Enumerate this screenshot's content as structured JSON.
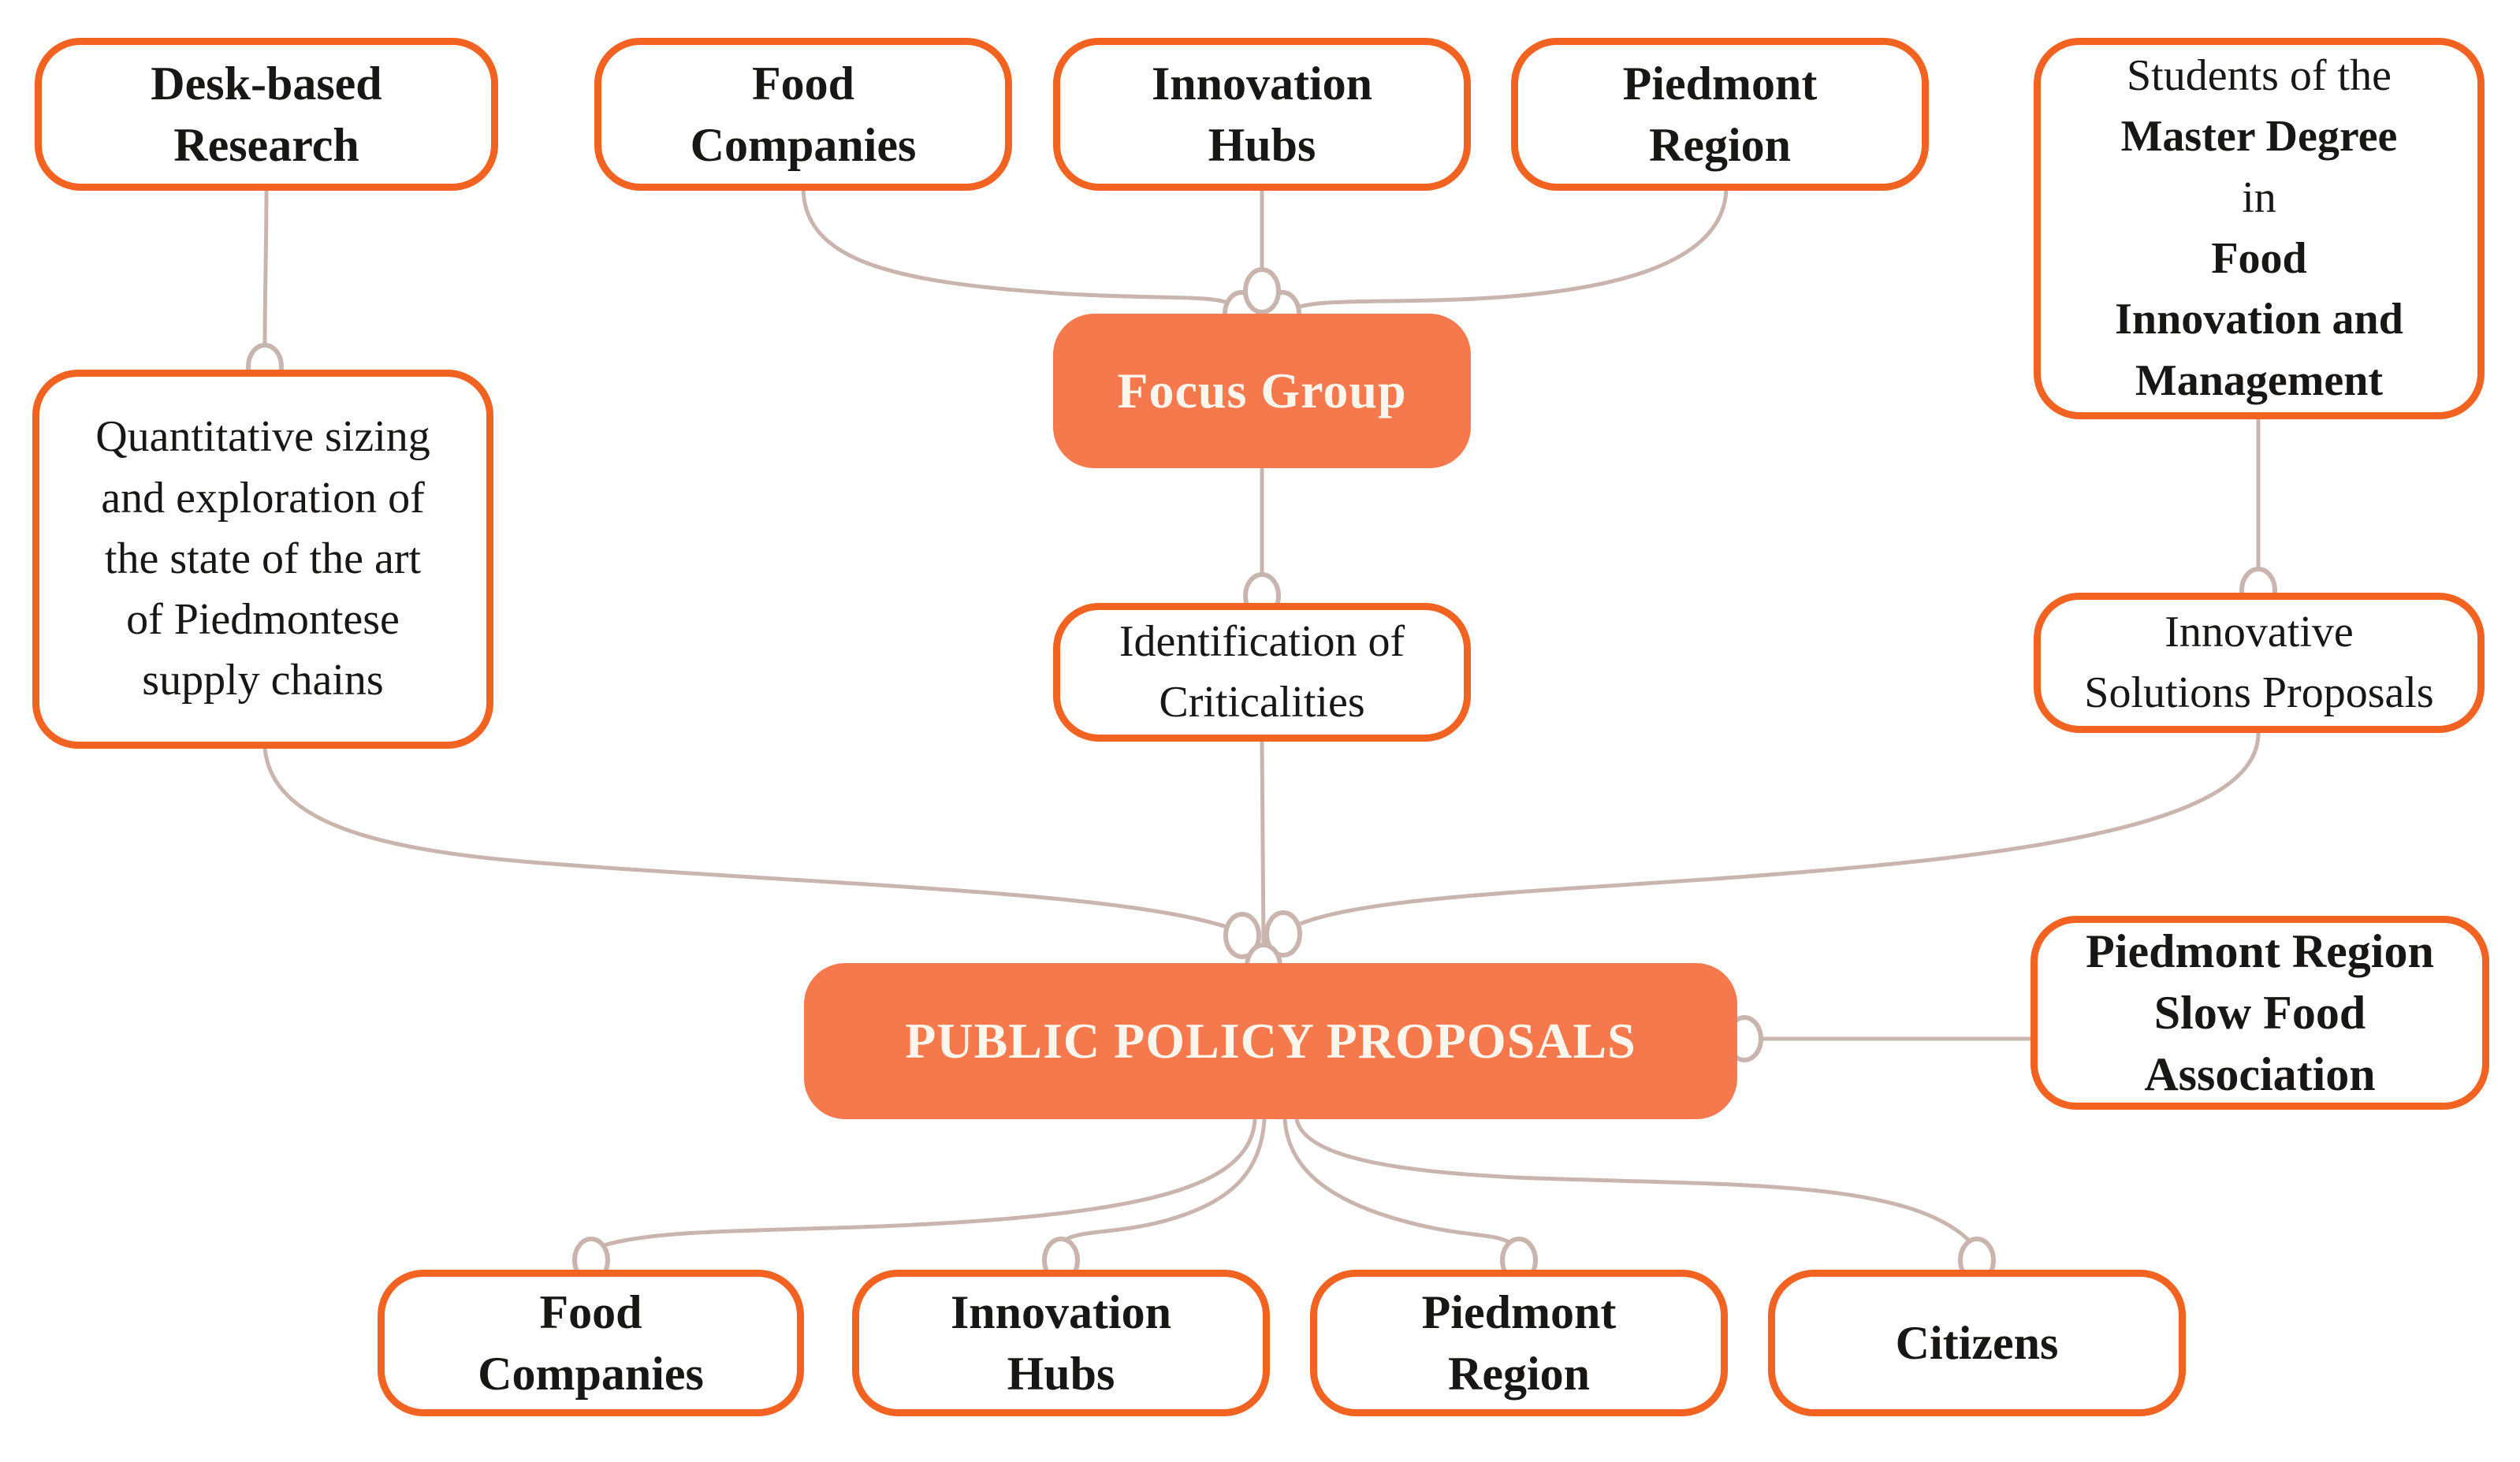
{
  "diagram": {
    "colors": {
      "box_border_orange": "#F26322",
      "accent_fill_orange": "#F5794D",
      "connector_beige": "#C9B5AD",
      "text_dark": "#181716",
      "text_light": "#FDF6ED"
    },
    "nodes": {
      "desk_research": {
        "lines": [
          "Desk-based",
          "Research"
        ]
      },
      "food_companies_top": {
        "lines": [
          "Food",
          "Companies"
        ]
      },
      "innovation_hubs_top": {
        "lines": [
          "Innovation",
          "Hubs"
        ]
      },
      "piedmont_region_top": {
        "lines": [
          "Piedmont",
          "Region"
        ]
      },
      "students": {
        "lines": [
          {
            "text": "Students of the",
            "bold": false
          },
          {
            "text": "Master Degree",
            "bold": true
          },
          {
            "text": "in",
            "bold": false
          },
          {
            "text": "Food",
            "bold": true
          },
          {
            "text": "Innovation and",
            "bold": true
          },
          {
            "text": "Management",
            "bold": true
          }
        ]
      },
      "focus_group": {
        "label": "Focus Group"
      },
      "quantitative_sizing": {
        "lines": [
          "Quantitative sizing",
          "and exploration of",
          "the state of the art",
          "of Piedmontese",
          "supply chains"
        ]
      },
      "identification": {
        "lines": [
          "Identification of",
          "Criticalities"
        ]
      },
      "innovative_solutions": {
        "lines": [
          "Innovative",
          "Solutions Proposals"
        ]
      },
      "public_policy": {
        "label": "PUBLIC POLICY PROPOSALS"
      },
      "association": {
        "lines": [
          "Piedmont Region",
          "Slow Food",
          "Association"
        ]
      },
      "food_companies_bottom": {
        "lines": [
          "Food",
          "Companies"
        ]
      },
      "innovation_hubs_bottom": {
        "lines": [
          "Innovation",
          "Hubs"
        ]
      },
      "piedmont_region_bottom": {
        "lines": [
          "Piedmont",
          "Region"
        ]
      },
      "citizens": {
        "lines": [
          "Citizens"
        ]
      }
    },
    "edges": [
      {
        "from": "Desk-based Research",
        "to": "Quantitative sizing and exploration of the state of the art of Piedmontese supply chains"
      },
      {
        "from": "Food Companies (top)",
        "to": "Focus Group"
      },
      {
        "from": "Innovation Hubs (top)",
        "to": "Focus Group"
      },
      {
        "from": "Piedmont Region (top)",
        "to": "Focus Group"
      },
      {
        "from": "Focus Group",
        "to": "Identification of Criticalities"
      },
      {
        "from": "Students of the Master Degree in Food Innovation and Management",
        "to": "Innovative Solutions Proposals"
      },
      {
        "from": "Quantitative sizing and exploration of the state of the art of Piedmontese supply chains",
        "to": "PUBLIC POLICY PROPOSALS"
      },
      {
        "from": "Identification of Criticalities",
        "to": "PUBLIC POLICY PROPOSALS"
      },
      {
        "from": "Innovative Solutions Proposals",
        "to": "PUBLIC POLICY PROPOSALS"
      },
      {
        "from": "PUBLIC POLICY PROPOSALS",
        "to": "Piedmont Region Slow Food Association"
      },
      {
        "from": "PUBLIC POLICY PROPOSALS",
        "to": "Food Companies (bottom)"
      },
      {
        "from": "PUBLIC POLICY PROPOSALS",
        "to": "Innovation Hubs (bottom)"
      },
      {
        "from": "PUBLIC POLICY PROPOSALS",
        "to": "Piedmont Region (bottom)"
      },
      {
        "from": "PUBLIC POLICY PROPOSALS",
        "to": "Citizens"
      }
    ]
  }
}
